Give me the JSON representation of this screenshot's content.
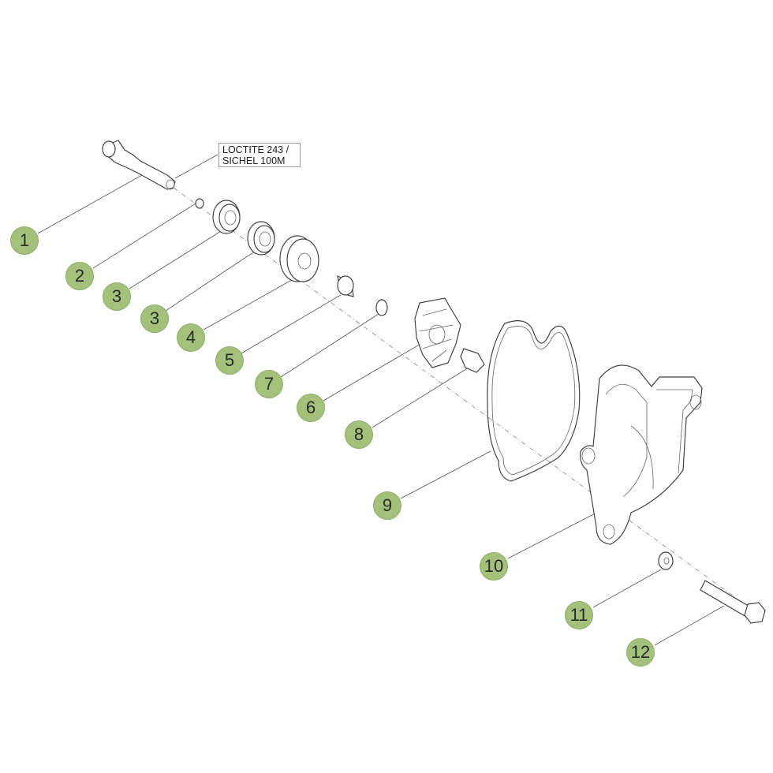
{
  "note": {
    "line1": "LOCTITE 243 /",
    "line2": "SICHEL 100M"
  },
  "callouts": [
    "1",
    "2",
    "3",
    "3",
    "4",
    "5",
    "7",
    "6",
    "8",
    "9",
    "10",
    "11",
    "12"
  ],
  "colors": {
    "callout_fill": "#a3c17b",
    "line": "#555555"
  }
}
